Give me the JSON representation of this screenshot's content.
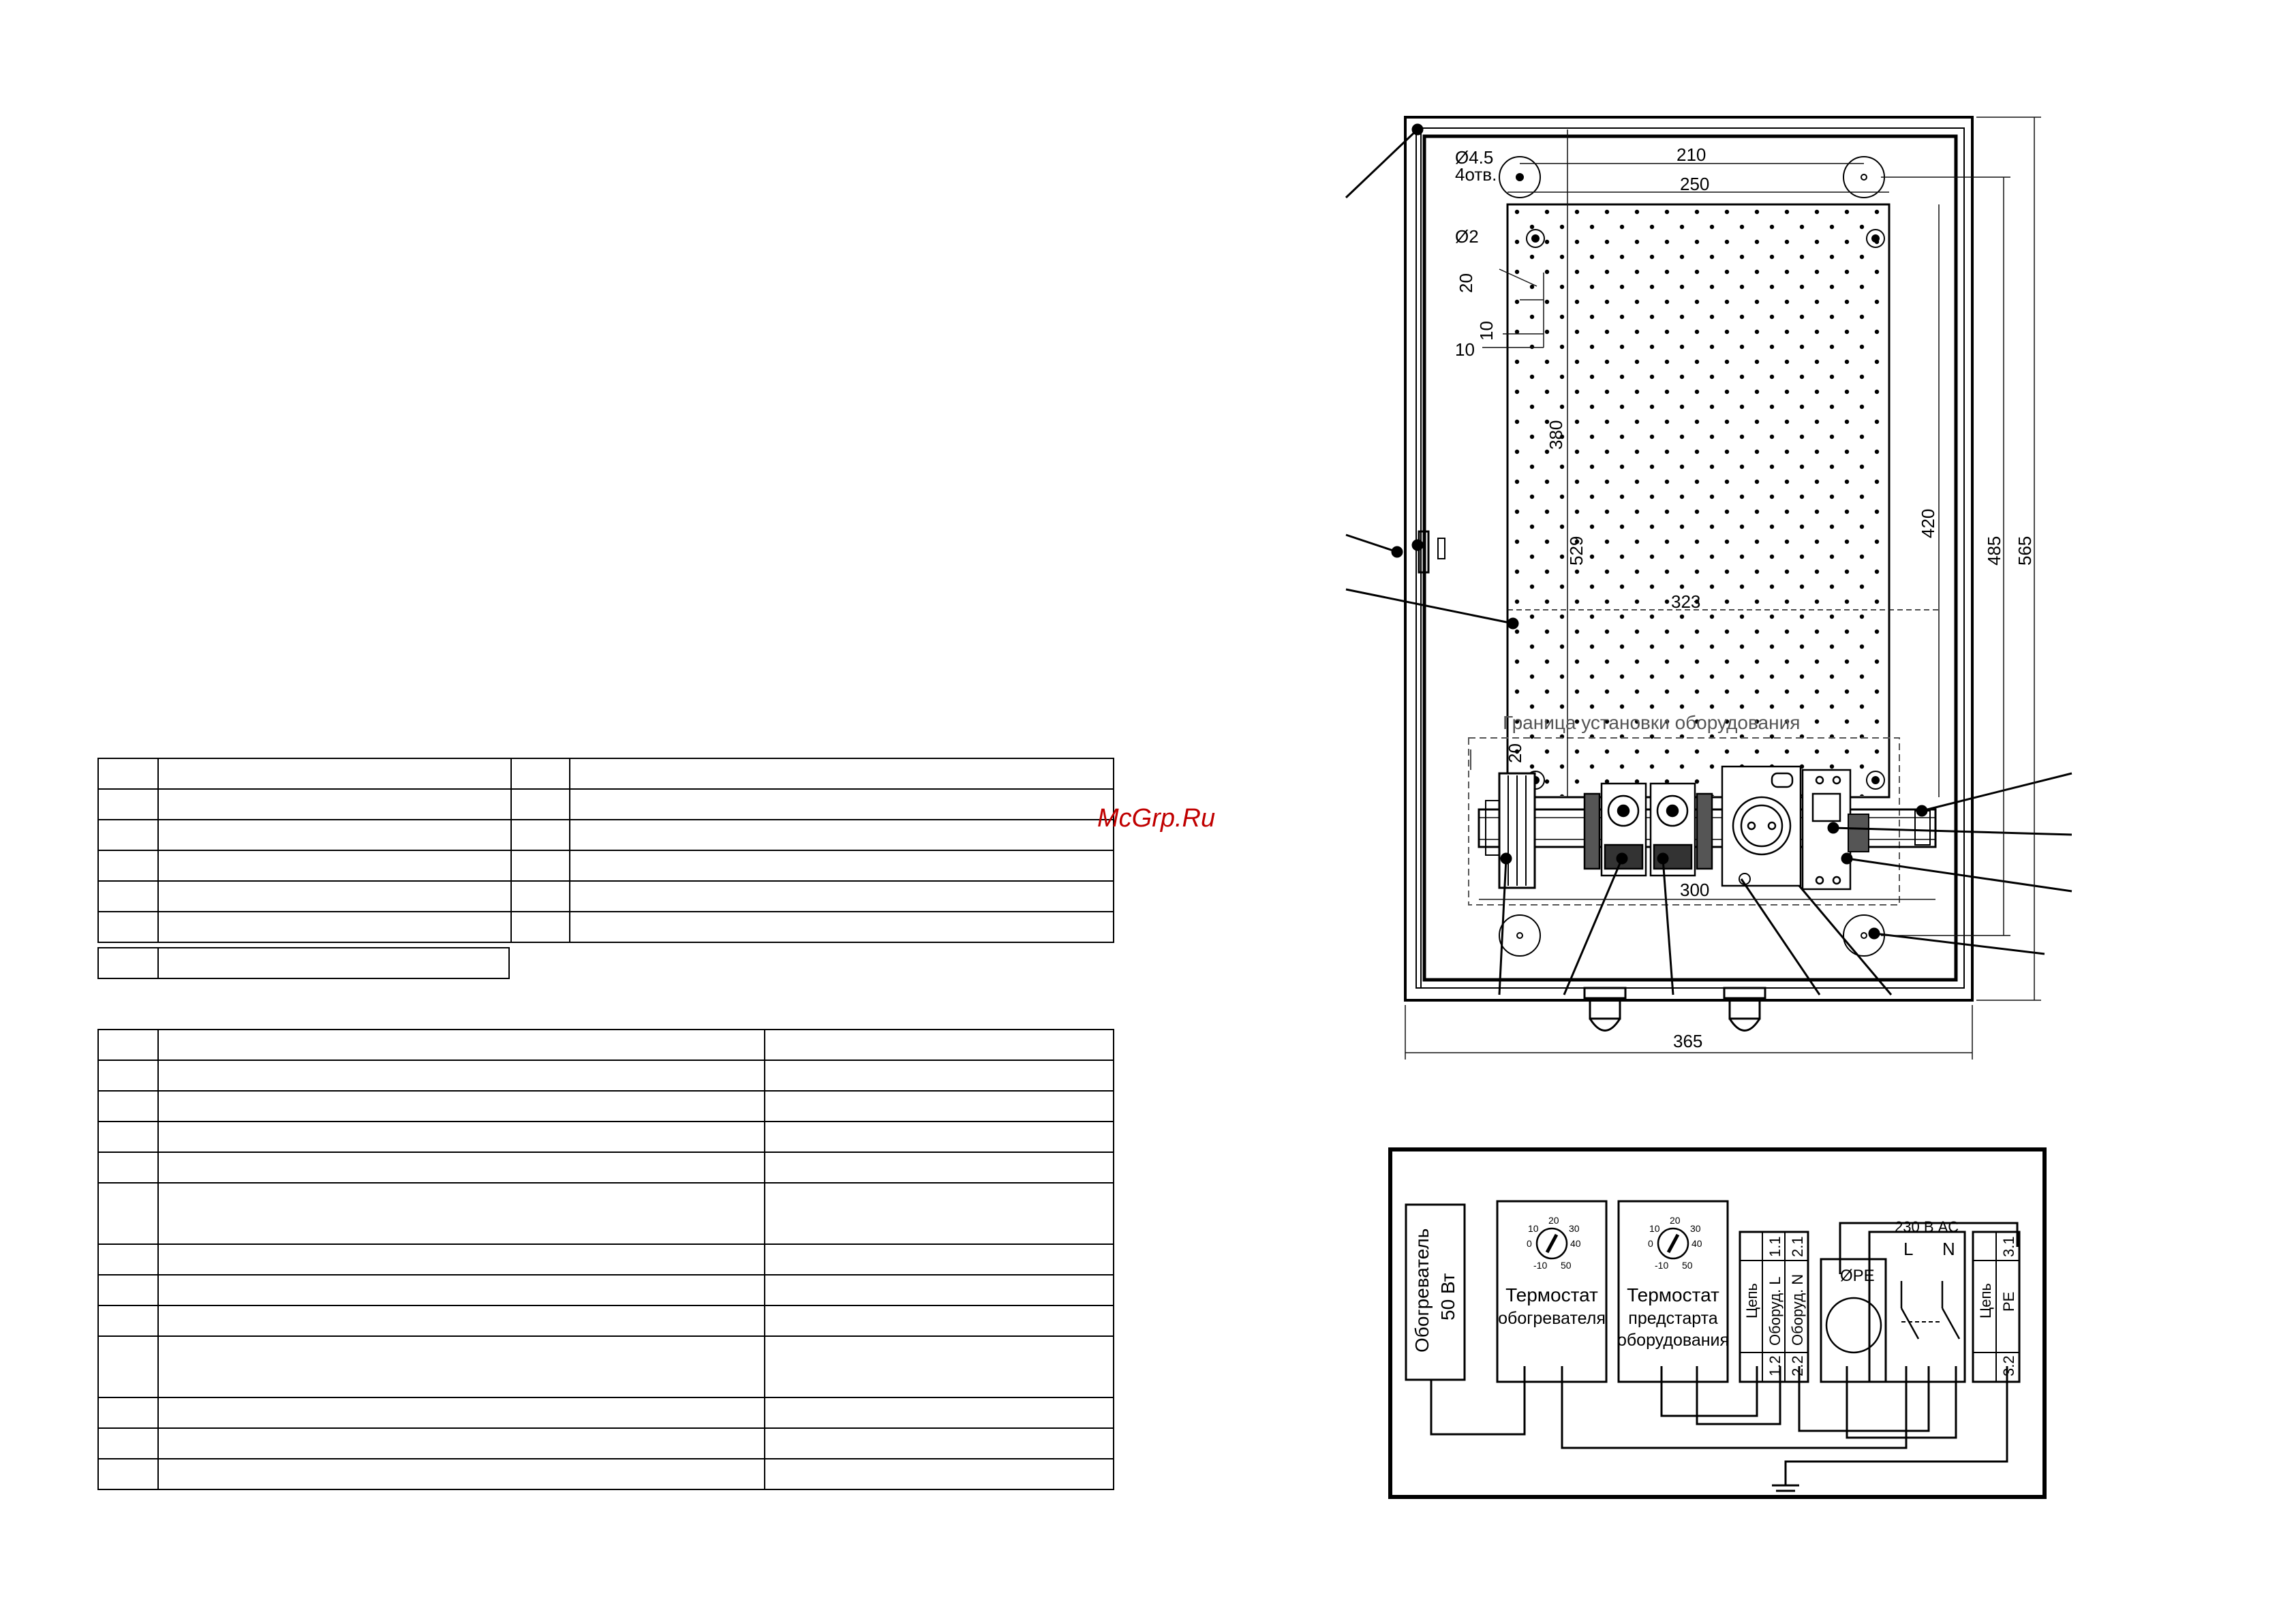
{
  "watermark": "McGrp.Ru",
  "cabinet": {
    "hole_spec": "Ø4.5",
    "hole_count": "4отв.",
    "small_hole_spec": "Ø2",
    "equipment_border": "Граница установки оборудования",
    "dims": {
      "d210": "210",
      "d250": "250",
      "d20a": "20",
      "d10a": "10",
      "d10b": "10",
      "d380": "380",
      "d529": "529",
      "d323": "323",
      "d420": "420",
      "d485": "485",
      "d565": "565",
      "d300": "300",
      "d20b": "20",
      "d365": "365"
    }
  },
  "schematic": {
    "heater": "Обогреватель",
    "heater_power": "50 Вт",
    "thermostat1_line1": "Термостат",
    "thermostat1_line2": "обогревателя",
    "thermostat2_line1": "Термостат",
    "thermostat2_line2": "предстарта",
    "thermostat2_line3": "оборудования",
    "dial_values": [
      "20",
      "10",
      "30",
      "0",
      "40",
      "-10",
      "50"
    ],
    "terminal_left": [
      "1.1",
      "1.2",
      "2.1",
      "2.2"
    ],
    "terminal_left_labels": [
      "Цепь",
      "Оборуд. L",
      "Оборуд. N"
    ],
    "socket_label": "ØPE",
    "supply": "230 В AC",
    "phase": "L",
    "neutral": "N",
    "terminal_right": [
      "3.1",
      "3.2"
    ],
    "terminal_right_labels": [
      "Цепь",
      "PE"
    ]
  },
  "colors": {
    "line": "#000000",
    "dim": "#111111",
    "dashed": "#555555",
    "watermark": "#c00000"
  }
}
